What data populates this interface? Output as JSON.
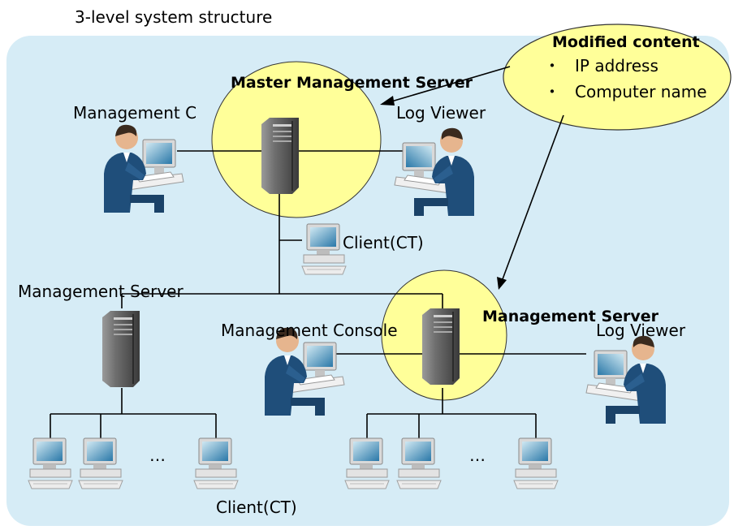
{
  "title": "3-level system structure",
  "callout": {
    "heading": "Modified content",
    "bullet": "・",
    "items": [
      "IP address",
      "Computer name"
    ]
  },
  "top_level": {
    "server_label": "Master Management Server",
    "console_label": "Management C",
    "log_viewer_label": "Log Viewer",
    "client_label": "Client(CT)"
  },
  "lower_left": {
    "server_label": "Management Server",
    "clients_label": "Client(CT)",
    "ellipsis": "…"
  },
  "lower_right": {
    "server_label": "Management Server",
    "console_label": "Management Console",
    "log_viewer_label": "Log Viewer",
    "ellipsis": "…"
  },
  "colors": {
    "panel": "#d6ecf6",
    "highlight": "#ffff99",
    "server": "#6b6b6b",
    "suit": "#1f4e7a"
  }
}
